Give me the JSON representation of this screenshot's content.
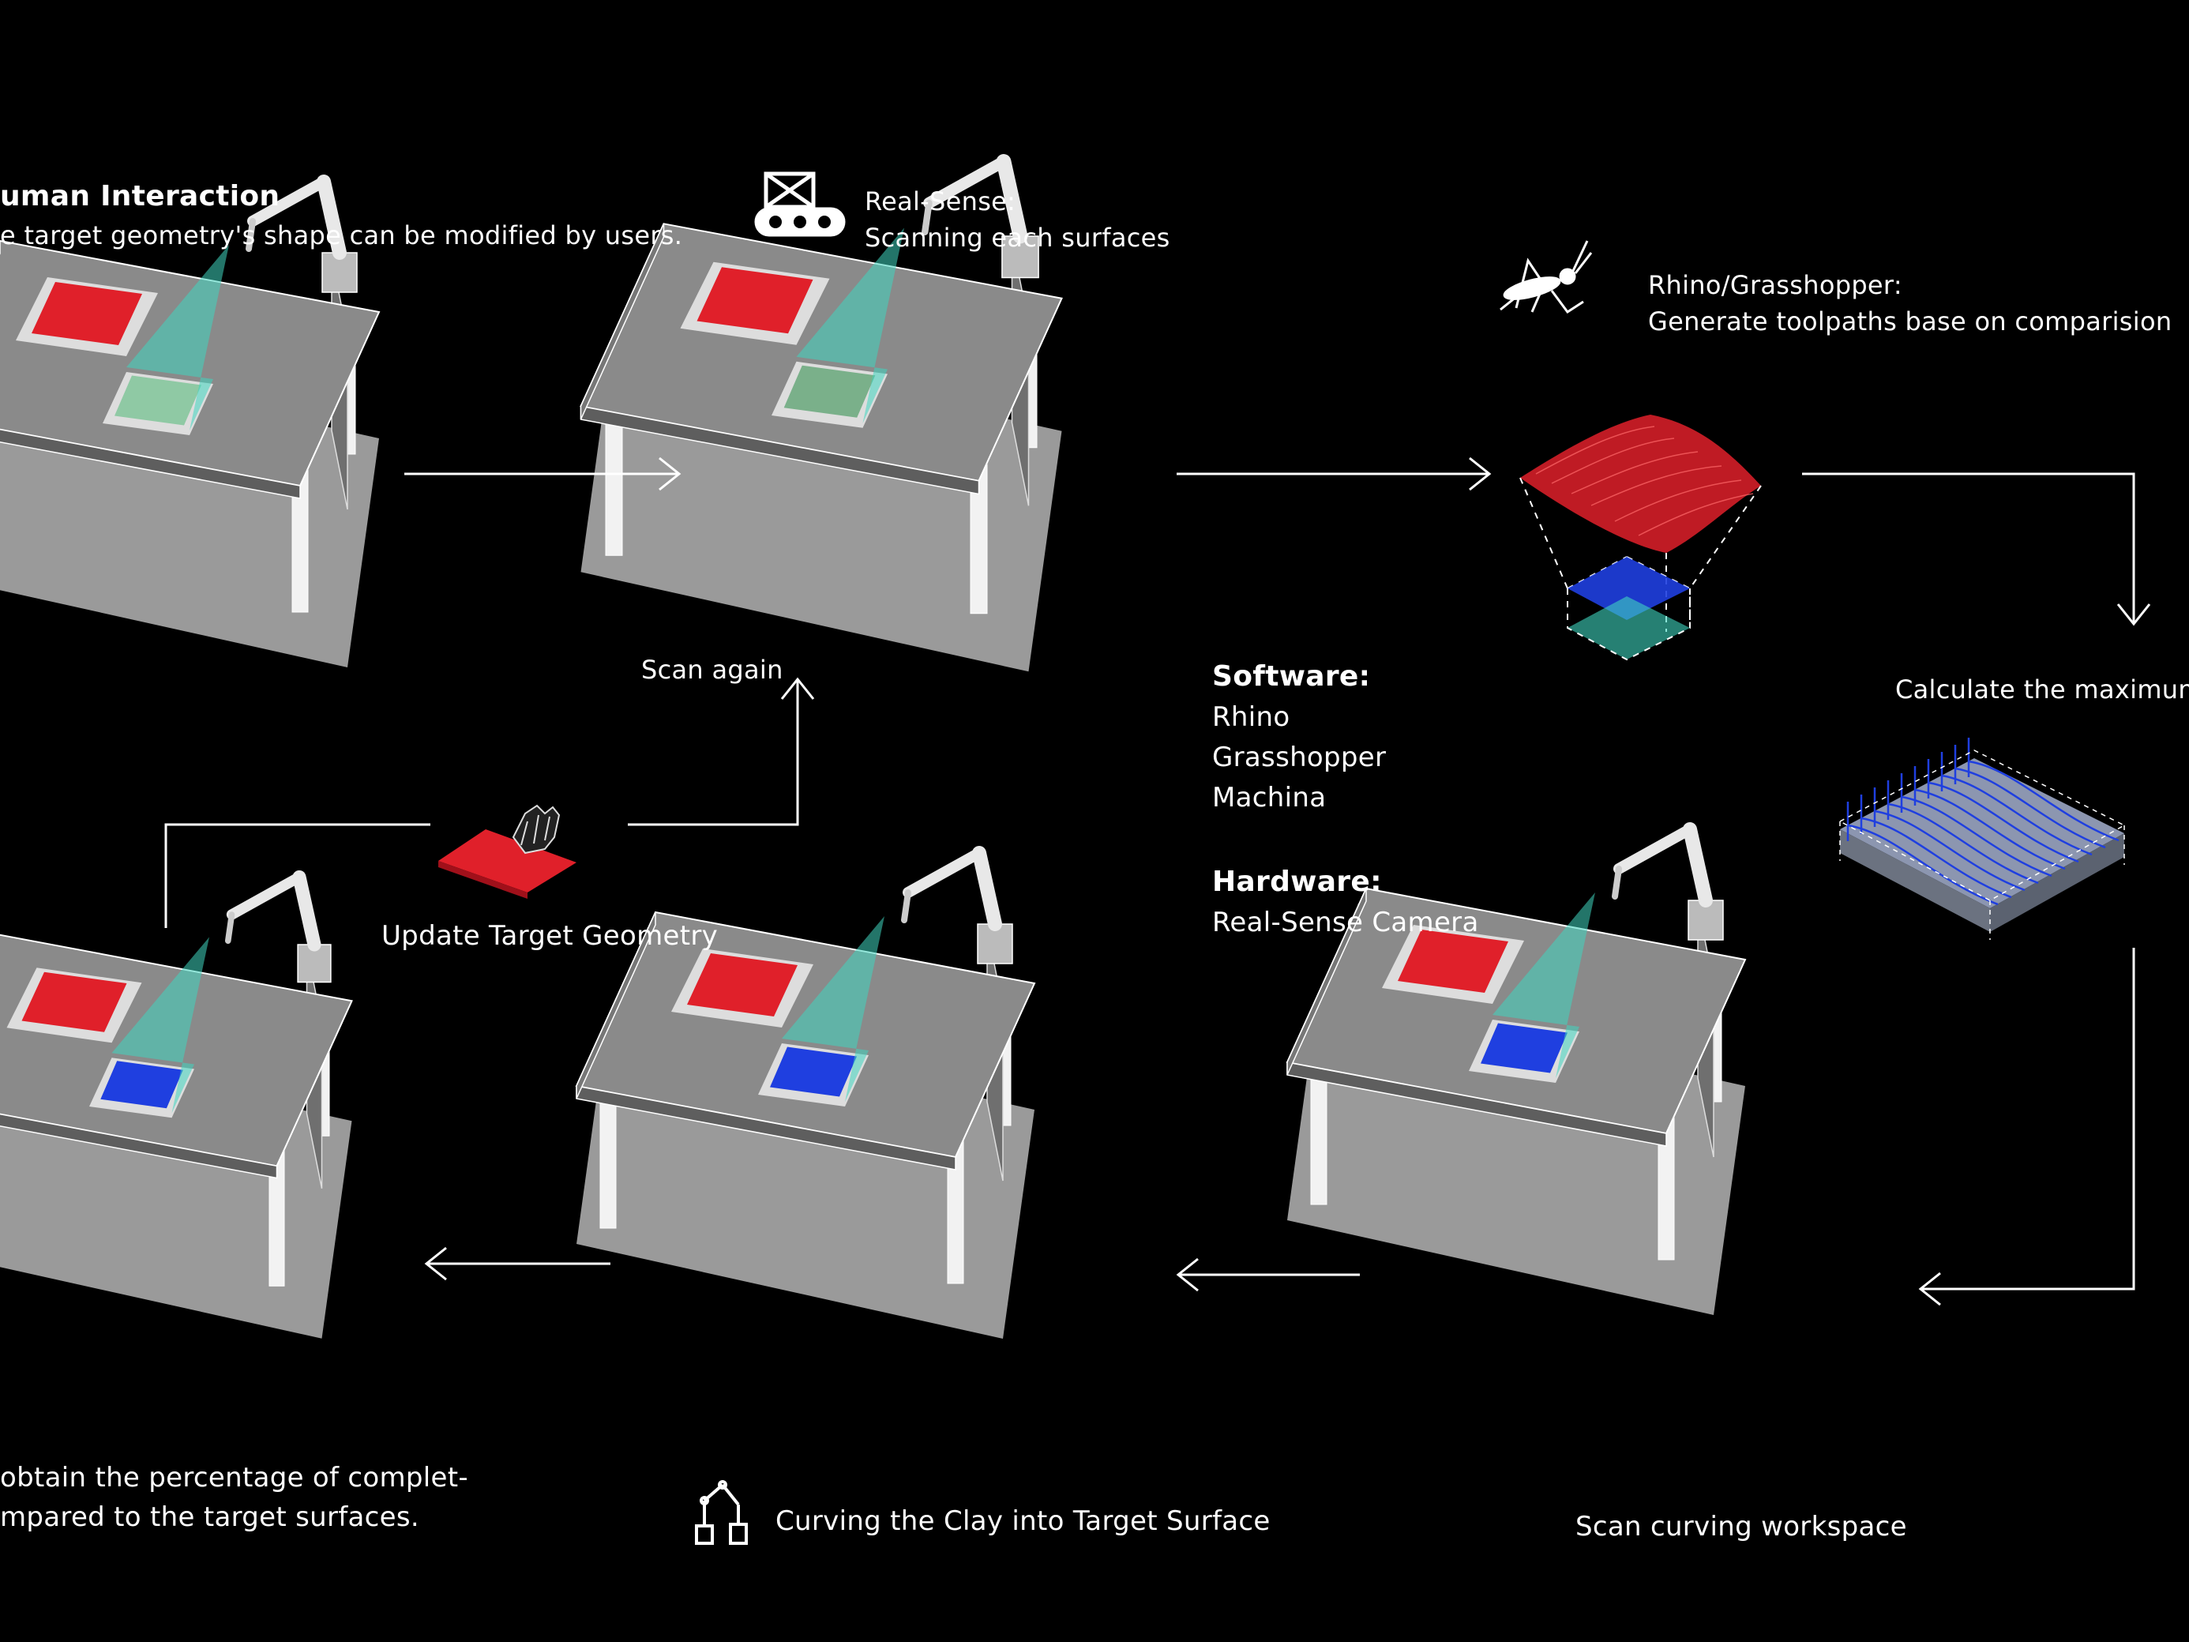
{
  "labels": {
    "human_title": "uman Interaction",
    "human_desc": "e target geometry's shape can be modified by users.",
    "realsense_title": "Real-Sense:",
    "realsense_desc": "Scanning each surfaces",
    "rhino_title": "Rhino/Grasshopper:",
    "rhino_desc": "Generate toolpaths base on comparision",
    "calculate": "Calculate the maximum m",
    "scan_again": "Scan again",
    "update_target": "Update Target Geometry",
    "software_title": "Software:",
    "software_items": [
      "Rhino",
      "Grasshopper",
      "Machina"
    ],
    "hardware_title": "Hardware:",
    "hardware_item": "Real-Sense Camera",
    "percentage_line1": "obtain the percentage of complet-",
    "percentage_line2": "mpared to the target surfaces.",
    "curving": "Curving the Clay into Target Surface",
    "scan_workspace": "Scan curving workspace"
  },
  "colors": {
    "background": "#000000",
    "table": "#8a8a8a",
    "floor": "#9a9a9a",
    "target_red": "#e0202a",
    "scan_cyan": "#3fd6c0",
    "toolpath_blue": "#1f3fe0",
    "line": "#ffffff"
  },
  "icons": {
    "realsense": "realsense-camera-icon",
    "grasshopper": "grasshopper-icon",
    "robot_arm": "robot-arm-icon",
    "hand": "hand-icon"
  }
}
